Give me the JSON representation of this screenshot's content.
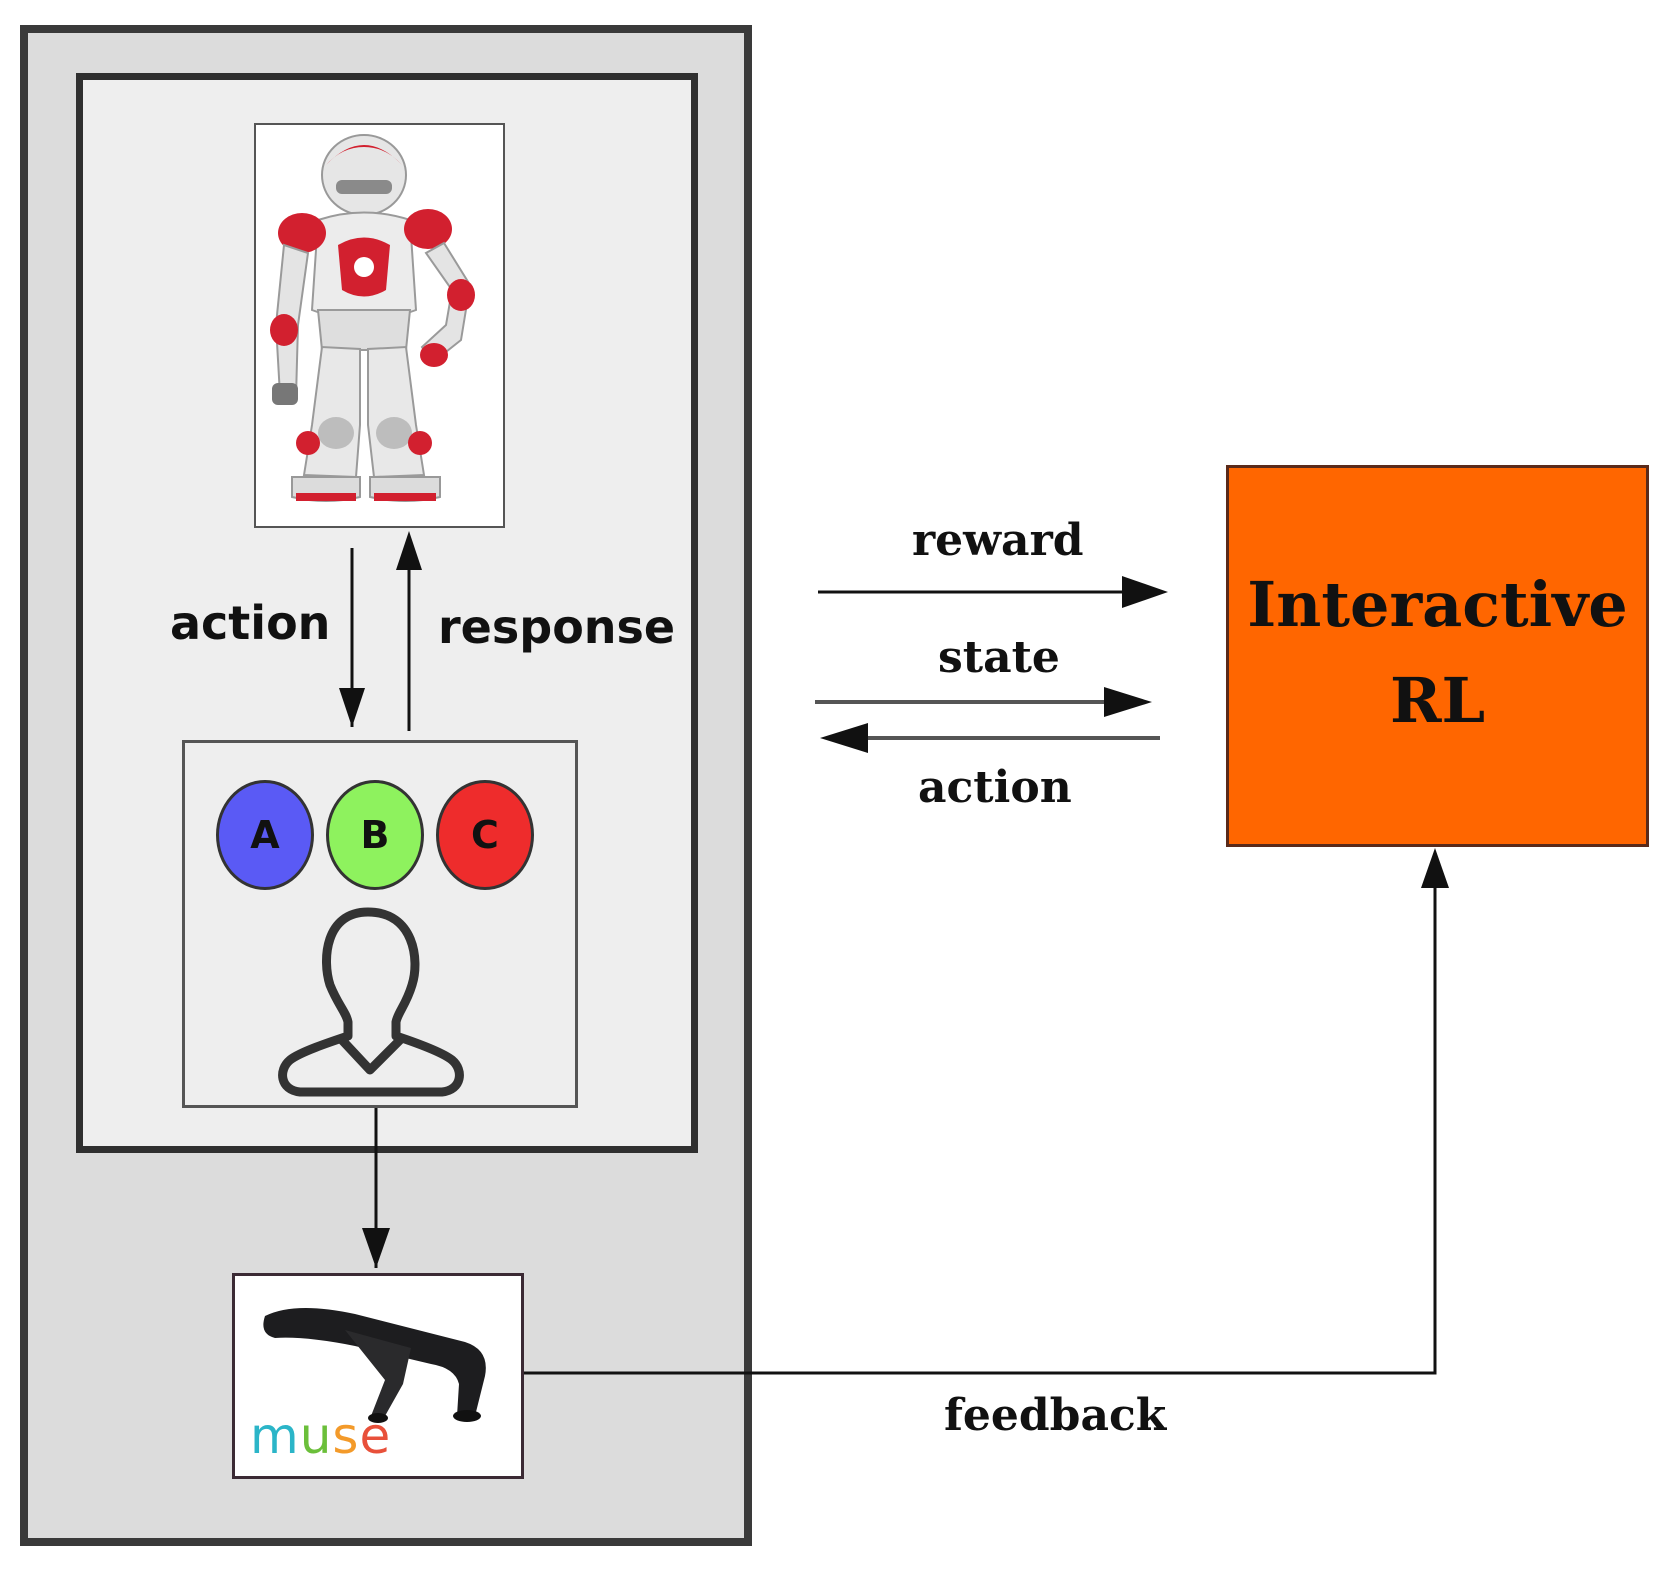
{
  "edges": {
    "robot_to_user": "action",
    "user_to_robot": "response",
    "env_to_rl_reward": "reward",
    "env_to_rl_state": "state",
    "rl_to_env_action": "action",
    "muse_to_rl": "feedback"
  },
  "rl_box": {
    "line1": "Interactive",
    "line2": "RL",
    "fill": "#ff6600"
  },
  "buttons": [
    {
      "label": "A",
      "color": "#5a5af5"
    },
    {
      "label": "B",
      "color": "#8ef25e"
    },
    {
      "label": "C",
      "color": "#ee2c2c"
    }
  ],
  "muse": {
    "letters": [
      "m",
      "u",
      "s",
      "e"
    ],
    "letter_colors": [
      "#2bb5c8",
      "#6bbf3a",
      "#f39a2a",
      "#e8503a"
    ]
  },
  "icons": {
    "robot": "robot-image",
    "user": "user-icon",
    "headband": "eeg-headband-image"
  }
}
